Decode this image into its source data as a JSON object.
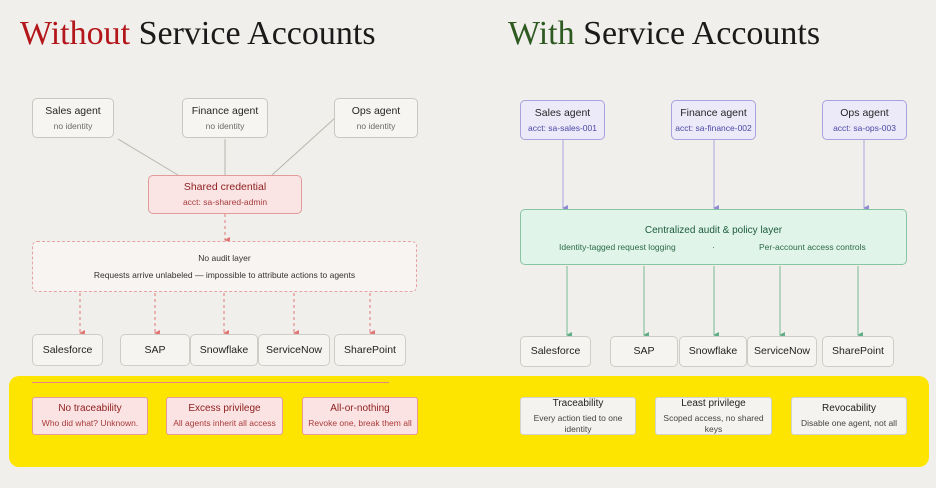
{
  "left": {
    "title_kw": "Without",
    "title_rest": " Service Accounts",
    "agents": [
      {
        "name": "Sales agent",
        "sub": "no identity"
      },
      {
        "name": "Finance agent",
        "sub": "no identity"
      },
      {
        "name": "Ops agent",
        "sub": "no identity"
      }
    ],
    "shared": {
      "name": "Shared credential",
      "sub": "acct: sa-shared-admin"
    },
    "audit": {
      "name": "No audit layer",
      "sub": "Requests arrive unlabeled — impossible to attribute actions to agents"
    },
    "systems": [
      "Salesforce",
      "SAP",
      "Snowflake",
      "ServiceNow",
      "SharePoint"
    ],
    "cards": [
      {
        "title": "No traceability",
        "sub": "Who did what? Unknown."
      },
      {
        "title": "Excess privilege",
        "sub": "All agents inherit all access"
      },
      {
        "title": "All-or-nothing",
        "sub": "Revoke one, break them all"
      }
    ]
  },
  "right": {
    "title_kw": "With",
    "title_rest": " Service Accounts",
    "agents": [
      {
        "name": "Sales agent",
        "sub": "acct: sa-sales-001"
      },
      {
        "name": "Finance agent",
        "sub": "acct: sa-finance-002"
      },
      {
        "name": "Ops agent",
        "sub": "acct: sa-ops-003"
      }
    ],
    "policy": {
      "name": "Centralized audit & policy layer",
      "feature1": "Identity-tagged request logging",
      "separator": "·",
      "feature2": "Per-account access controls"
    },
    "systems": [
      "Salesforce",
      "SAP",
      "Snowflake",
      "ServiceNow",
      "SharePoint"
    ],
    "cards": [
      {
        "title": "Traceability",
        "sub": "Every action tied to one identity"
      },
      {
        "title": "Least privilege",
        "sub": "Scoped access, no shared keys"
      },
      {
        "title": "Revocability",
        "sub": "Disable one agent, not all"
      }
    ]
  },
  "colors": {
    "bad": "#b3161b",
    "good": "#2e5a22",
    "highlight": "#fde500",
    "policy": "#e0f4ea",
    "agent_identity": "#eceaf9"
  }
}
